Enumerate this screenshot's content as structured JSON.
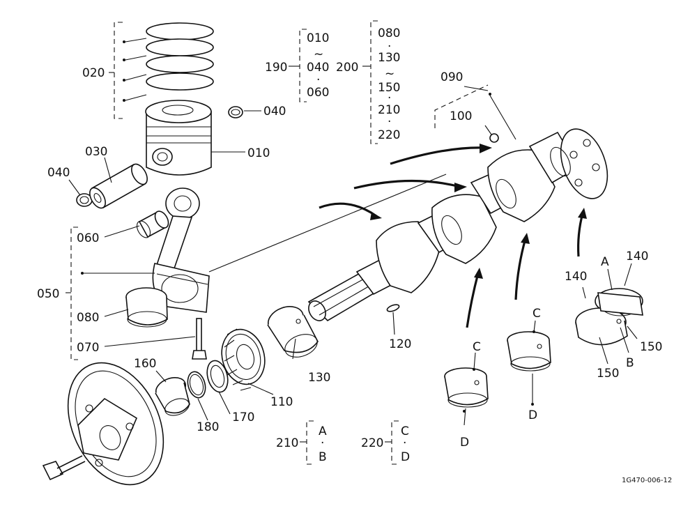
{
  "diagram": {
    "drawing_code": "1G470-006-12",
    "labels": {
      "p010": "010",
      "p020": "020",
      "p030": "030",
      "p040a": "040",
      "p040b": "040",
      "p050": "050",
      "p060": "060",
      "p070": "070",
      "p080": "080",
      "p090": "090",
      "p100": "100",
      "p110": "110",
      "p120": "120",
      "p130": "130",
      "p140a": "140",
      "p140b": "140",
      "p150a": "150",
      "p150b": "150",
      "p160": "160",
      "p170": "170",
      "p180": "180",
      "p190": "190",
      "p200": "200",
      "p210": "210",
      "p220": "220"
    },
    "group190": [
      "010",
      "~",
      "040",
      "·",
      "060"
    ],
    "group200": [
      "080",
      "·",
      "130",
      "~",
      "150",
      "·",
      "210",
      "·",
      "220"
    ],
    "group210": [
      "A",
      "·",
      "B"
    ],
    "group220": [
      "C",
      "·",
      "D"
    ],
    "letters": {
      "a_top": "A",
      "b_bottom": "B",
      "c1": "C",
      "d1": "D",
      "c2": "C",
      "d2": "D"
    }
  }
}
